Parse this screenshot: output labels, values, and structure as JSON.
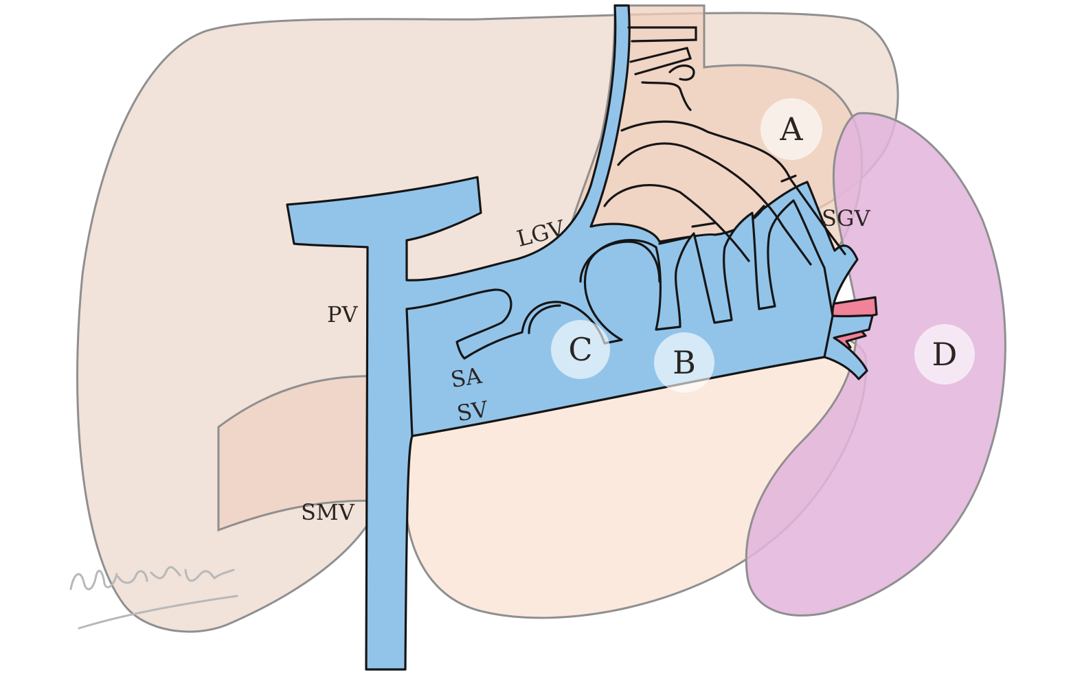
{
  "labels": {
    "lgv": "LGV",
    "pv": "PV",
    "sgv": "SGV",
    "sa": "SA",
    "sv": "SV",
    "smv": "SMV"
  },
  "zones": {
    "a": "A",
    "b": "B",
    "c": "C",
    "d": "D"
  },
  "colors": {
    "liver": "#f0e0d8",
    "stomach": "#f1d6c6",
    "pancreas": "#fbe6d9",
    "spleen": "#e6bde0",
    "vein": "#92c4ea",
    "artery": "#f08299",
    "outline": "#8f8f8f"
  }
}
